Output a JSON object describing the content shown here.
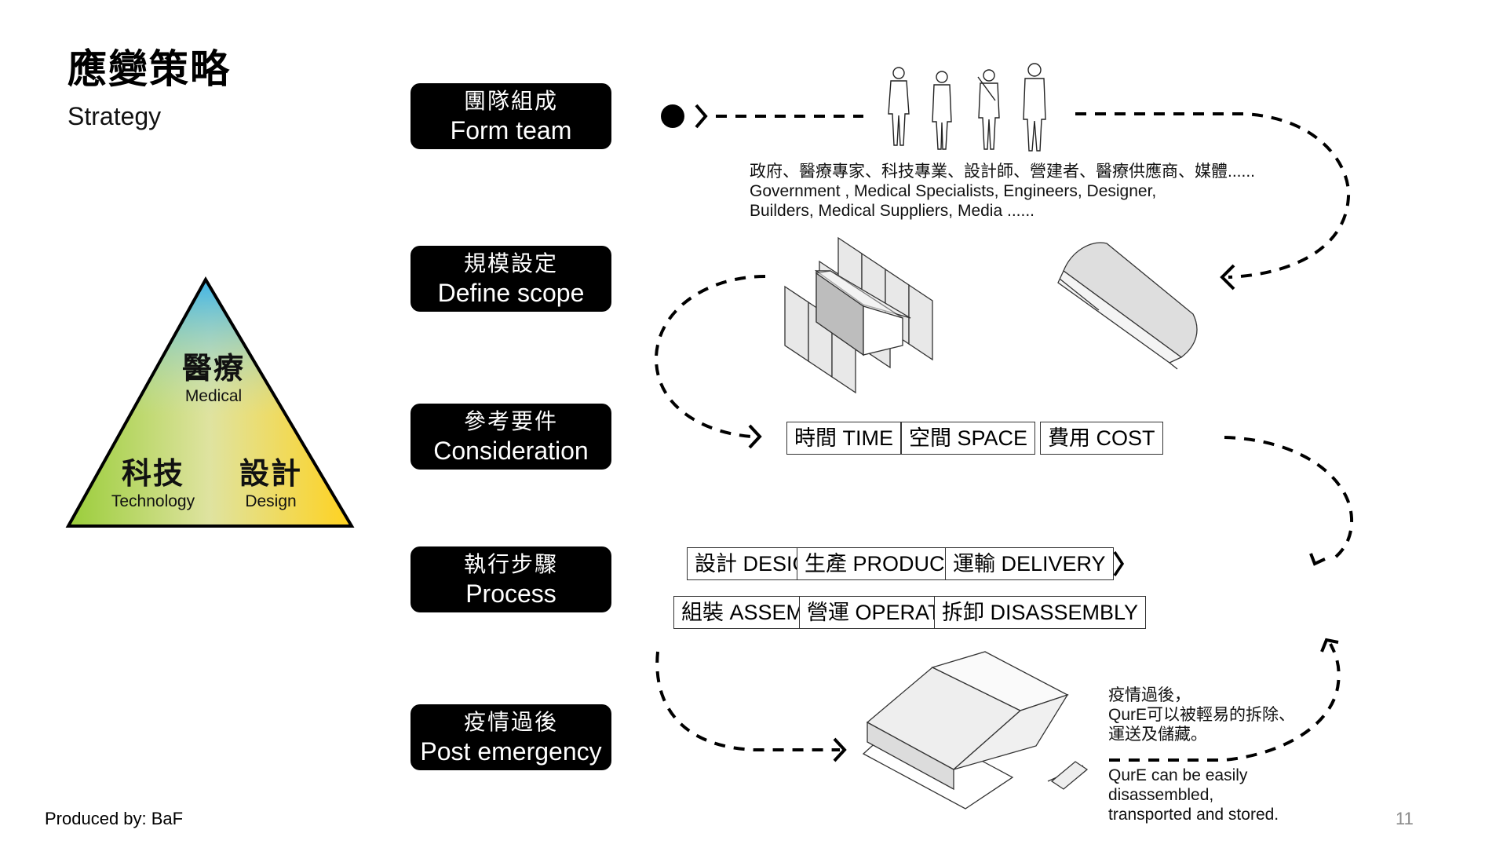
{
  "header": {
    "title_zh": "應變策略",
    "title_en": "Strategy"
  },
  "triangle": {
    "colors": {
      "top": "#3db4e8",
      "bottom_left": "#9acd3a",
      "bottom_right": "#ffd21f"
    },
    "top": {
      "zh": "醫療",
      "en": "Medical"
    },
    "bottom_left": {
      "zh": "科技",
      "en": "Technology"
    },
    "bottom_right": {
      "zh": "設計",
      "en": "Design"
    }
  },
  "steps": [
    {
      "zh": "團隊組成",
      "en": "Form team"
    },
    {
      "zh": "規模設定",
      "en": "Define scope"
    },
    {
      "zh": "參考要件",
      "en": "Consideration"
    },
    {
      "zh": "執行步驟",
      "en": "Process"
    },
    {
      "zh": "疫情過後",
      "en": "Post emergency"
    }
  ],
  "team": {
    "line_zh": "政府、醫療專家、科技專業、設計師、營建者、醫療供應商、媒體......",
    "line_en_1": "Government , Medical Specialists, Engineers, Designer,",
    "line_en_2": "Builders, Medical Suppliers, Media ......",
    "illustration": "four-people-icon"
  },
  "scope": {
    "illustrations": [
      "modular-partition-icon",
      "shipping-container-icon",
      "quonset-hut-icon"
    ]
  },
  "considerations": [
    "時間 TIME",
    "空間 SPACE",
    "費用 COST"
  ],
  "process": {
    "row1": [
      "設計 DESIGN",
      "生產 PRODUCTION",
      "運輸 DELIVERY"
    ],
    "row2": [
      "組裝 ASSEMBLY",
      "營運 OPERATION",
      "拆卸 DISASSEMBLY"
    ],
    "separator": "chevron-right-icon"
  },
  "post": {
    "note_zh_1": "疫情過後，",
    "note_zh_2": "QurE可以被輕易的拆除、",
    "note_zh_3": "運送及儲藏。",
    "note_en_1": "QurE can be easily",
    "note_en_2": "disassembled,",
    "note_en_3": "transported and stored.",
    "illustration": "tent-disassembly-icon"
  },
  "footer": {
    "produced_by": "Produced by: BaF",
    "page_number": "11"
  }
}
